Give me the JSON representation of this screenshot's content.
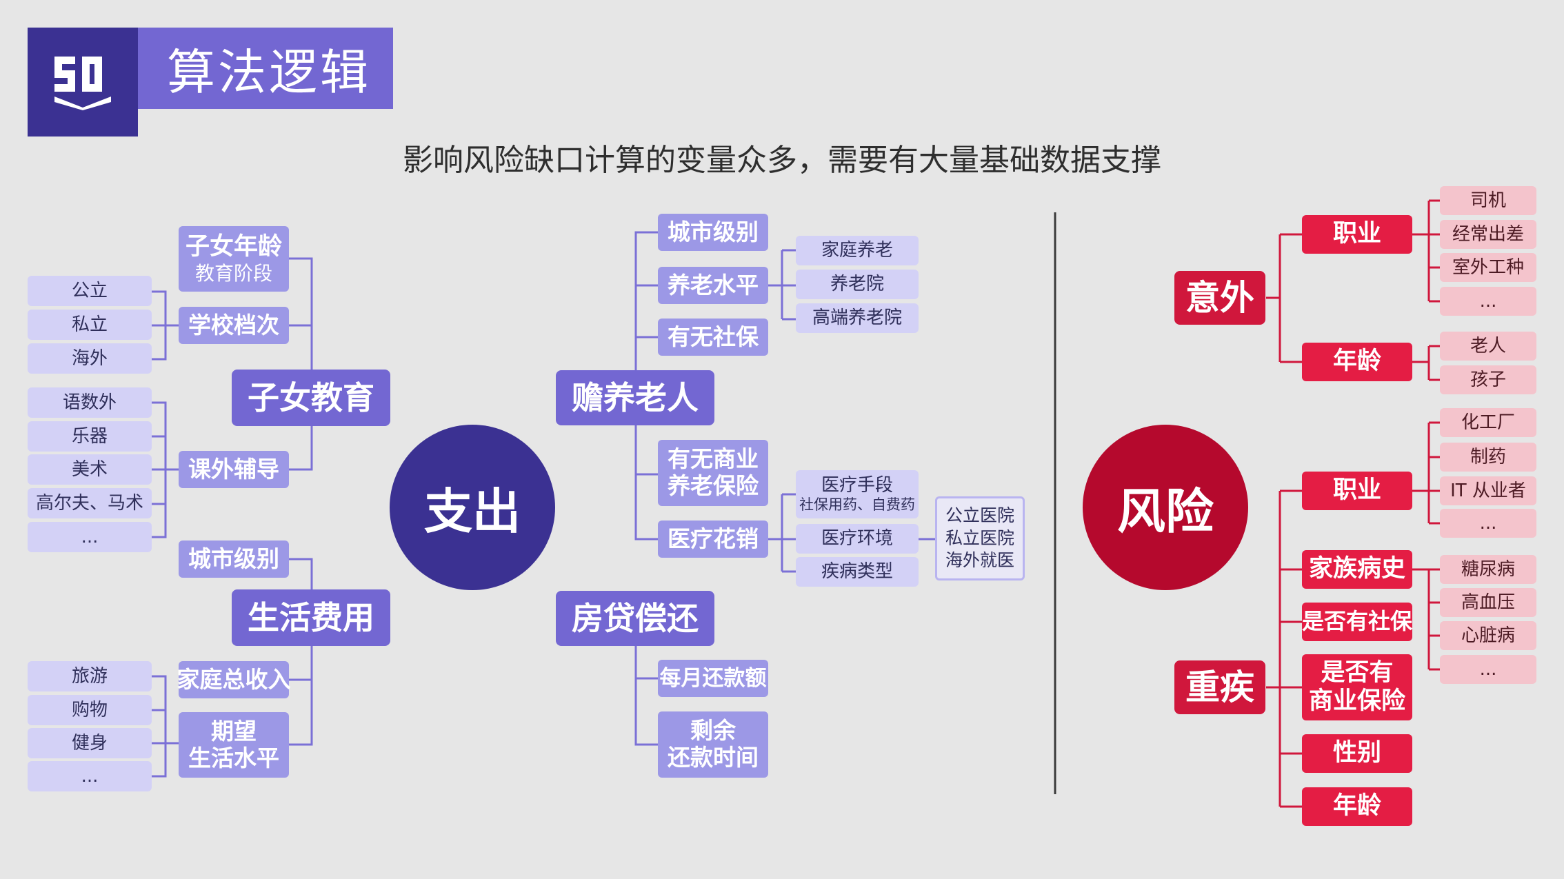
{
  "header": {
    "logo_icon": "sd-logo-icon",
    "title": "算法逻辑",
    "subtitle": "影响风险缺口计算的变量众多，需要有大量基础数据支撑"
  },
  "colors": {
    "purple_dark": "#3b3192",
    "purple_main": "#7367d2",
    "purple_mid": "#9c98e6",
    "purple_leaf": "#d3d1f6",
    "red_dark": "#b5092d",
    "red_main": "#e41d44",
    "red_leaf": "#f4c4cc"
  },
  "expense": {
    "center": "支出",
    "child_edu": {
      "label": "子女教育",
      "age": {
        "line1": "子女年龄",
        "line2": "教育阶段"
      },
      "school": {
        "label": "学校档次",
        "items": [
          "公立",
          "私立",
          "海外"
        ]
      },
      "tutoring": {
        "label": "课外辅导",
        "items": [
          "语数外",
          "乐器",
          "美术",
          "高尔夫、马术",
          "..."
        ]
      }
    },
    "living": {
      "label": "生活费用",
      "city": "城市级别",
      "income": "家庭总收入",
      "expect": {
        "line1": "期望",
        "line2": "生活水平",
        "items": [
          "旅游",
          "购物",
          "健身",
          "..."
        ]
      }
    },
    "elderly": {
      "label": "赡养老人",
      "city": "城市级别",
      "pension": {
        "label": "养老水平",
        "items": [
          "家庭养老",
          "养老院",
          "高端养老院"
        ]
      },
      "social": "有无社保",
      "commercial": {
        "line1": "有无商业",
        "line2": "养老保险"
      },
      "medical": {
        "label": "医疗花销",
        "means": {
          "line1": "医疗手段",
          "line2": "社保用药、自费药"
        },
        "env": "医疗环境",
        "disease": "疾病类型",
        "hospitals": [
          "公立医院",
          "私立医院",
          "海外就医"
        ]
      }
    },
    "mortgage": {
      "label": "房贷偿还",
      "monthly": "每月还款额",
      "remaining": {
        "line1": "剩余",
        "line2": "还款时间"
      }
    }
  },
  "risk": {
    "center": "风险",
    "accident": {
      "label": "意外",
      "job": {
        "label": "职业",
        "items": [
          "司机",
          "经常出差",
          "室外工种",
          "..."
        ]
      },
      "age": {
        "label": "年龄",
        "items": [
          "老人",
          "孩子"
        ]
      }
    },
    "critical": {
      "label": "重疾",
      "job": {
        "label": "职业",
        "items": [
          "化工厂",
          "制药",
          "IT 从业者",
          "..."
        ]
      },
      "family": {
        "label": "家族病史",
        "items": [
          "糖尿病",
          "高血压",
          "心脏病",
          "..."
        ]
      },
      "social": "是否有社保",
      "commercial": {
        "line1": "是否有",
        "line2": "商业保险"
      },
      "gender": "性别",
      "age": "年龄"
    }
  }
}
